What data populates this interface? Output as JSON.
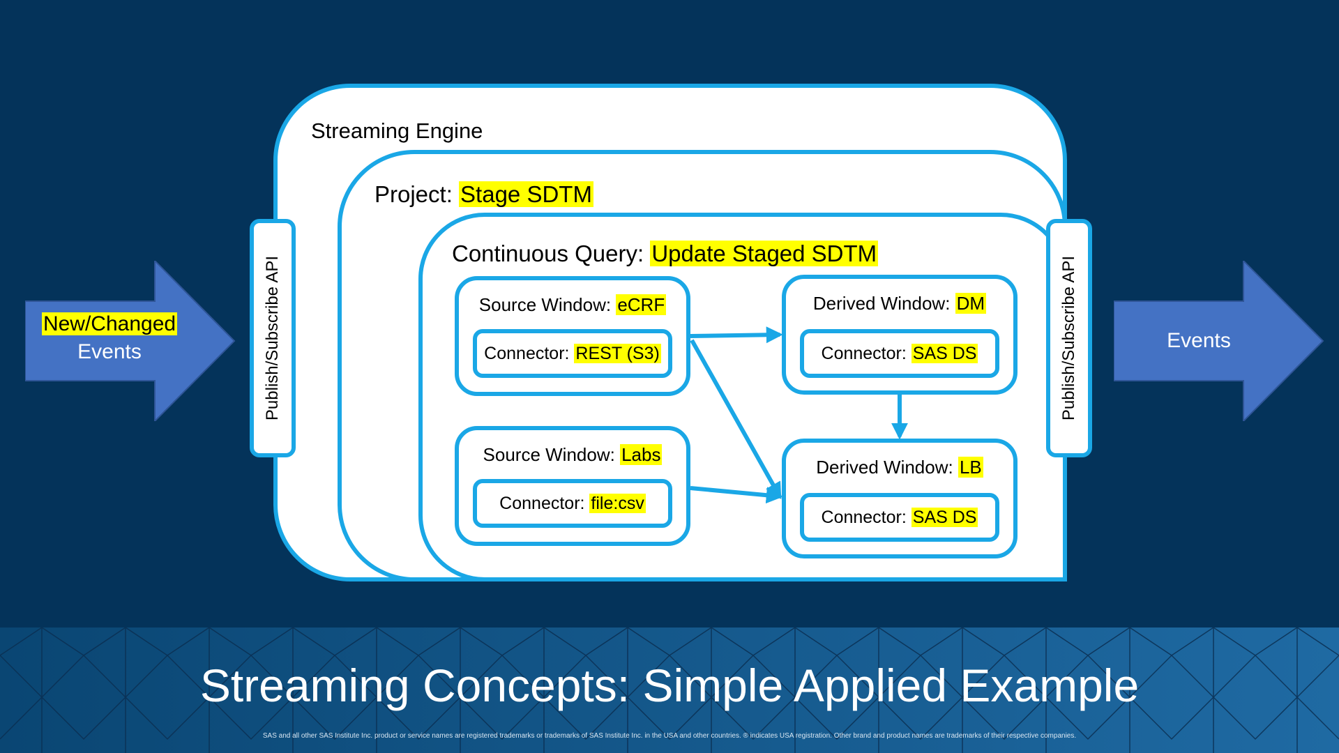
{
  "colors": {
    "background": "#04335a",
    "box_border": "#1aa7e6",
    "arrow_fill": "#4472c4",
    "highlight": "#ffff00"
  },
  "input_arrow": {
    "highlighted": "New/Changed",
    "text": "Events"
  },
  "output_arrow": {
    "text": "Events"
  },
  "engine": {
    "label": "Streaming Engine"
  },
  "project": {
    "label": "Project: ",
    "name": "Stage SDTM"
  },
  "query": {
    "label": "Continuous Query: ",
    "name": "Update Staged SDTM"
  },
  "api_left": {
    "label": "Publish/Subscribe API"
  },
  "api_right": {
    "label": "Publish/Subscribe API"
  },
  "windows": {
    "source_ecrf": {
      "label": "Source Window: ",
      "name": "eCRF",
      "connector_label": "Connector: ",
      "connector": "REST (S3)"
    },
    "source_labs": {
      "label": "Source Window: ",
      "name": "Labs",
      "connector_label": "Connector: ",
      "connector": "file:csv"
    },
    "derived_dm": {
      "label": "Derived Window: ",
      "name": "DM",
      "connector_label": "Connector: ",
      "connector": "SAS DS"
    },
    "derived_lb": {
      "label": "Derived Window: ",
      "name": "LB",
      "connector_label": "Connector: ",
      "connector": "SAS DS"
    }
  },
  "title": "Streaming Concepts: Simple Applied Example",
  "footnote": "SAS and all other SAS Institute Inc. product or service names are registered trademarks or trademarks of SAS Institute Inc. in the USA and other countries. ® indicates USA registration. Other brand and product names are trademarks of their respective companies."
}
